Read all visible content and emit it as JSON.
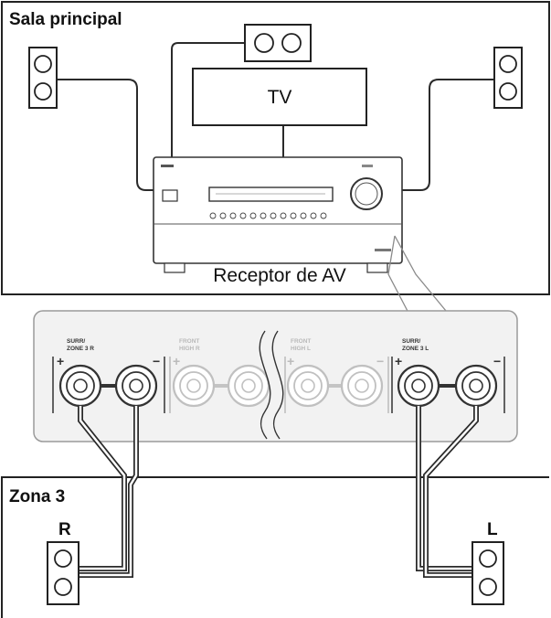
{
  "main_room": {
    "title": "Sala principal",
    "tv_label": "TV",
    "receiver_label": "Receptor de AV"
  },
  "zone3": {
    "title": "Zona 3",
    "right_label": "R",
    "left_label": "L"
  },
  "terminals": {
    "surr_zone3_r": [
      "SURR/",
      "ZONE 3 R"
    ],
    "front_high_r": [
      "FRONT",
      "HIGH R"
    ],
    "front_high_l": [
      "FRONT",
      "HIGH L"
    ],
    "surr_zone3_l": [
      "SURR/",
      "ZONE 3 L"
    ],
    "plus": "+",
    "minus": "−"
  },
  "colors": {
    "line": "#2a2a2a",
    "panel_fill": "#f2f2f2",
    "panel_border": "#9a9a9a",
    "faded": "#bdbdbd"
  }
}
